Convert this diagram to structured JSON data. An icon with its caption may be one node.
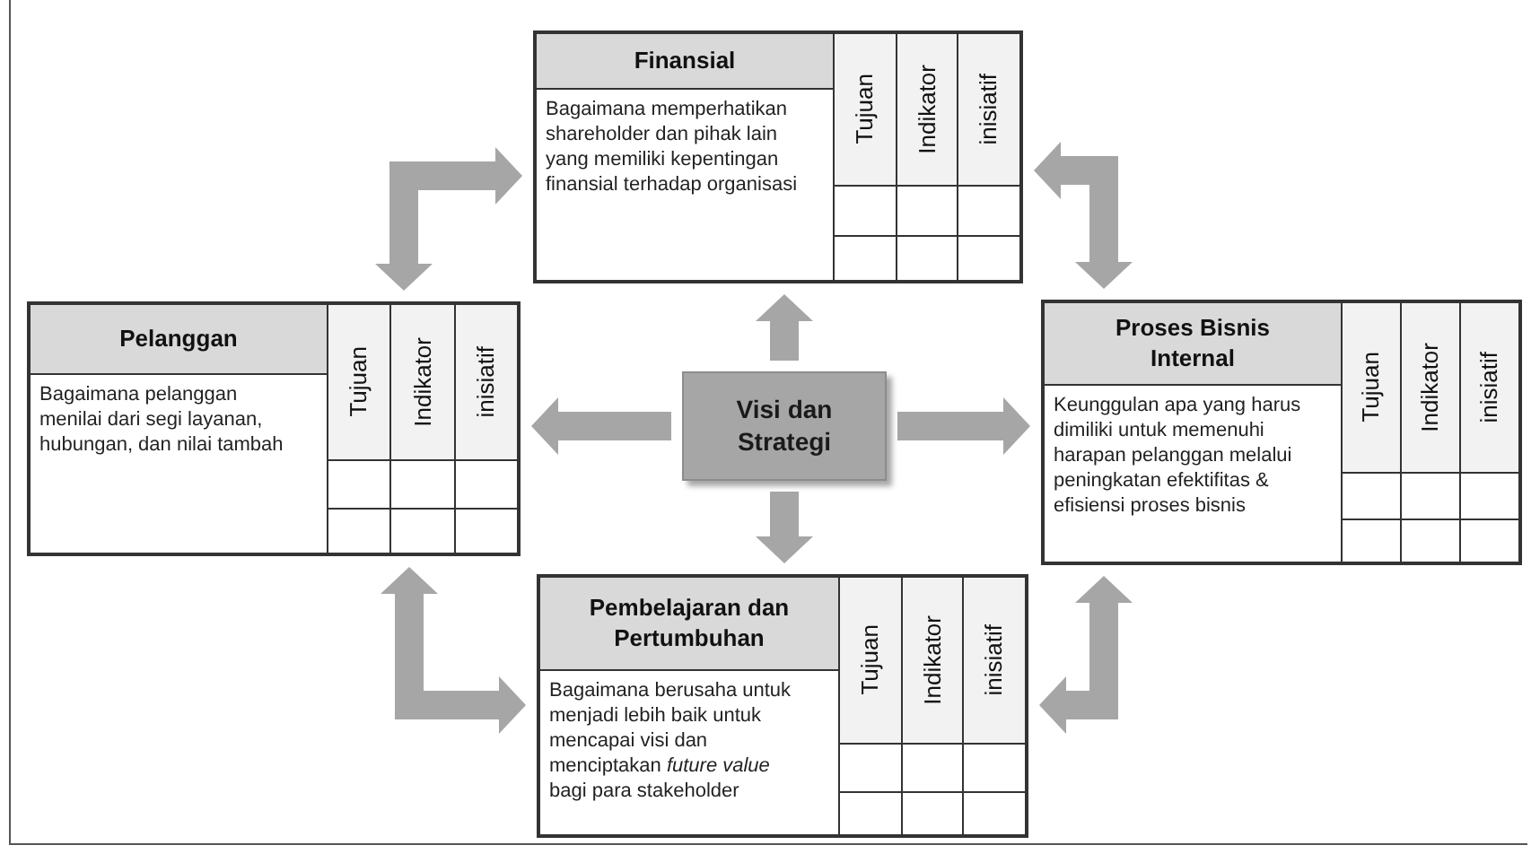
{
  "diagram": {
    "nodes": [
      {
        "text": [
          "Finansial",
          "Bagaimana memperhatikan shareholder dan pihak lain yang memiliki kepentingan finansial terhadap organisasi",
          "Tujuan",
          "Indikator",
          "inisiatif"
        ]
      },
      {
        "text": [
          "Pelanggan",
          "Bagaimana pelanggan menilai dari segi layanan, hubungan, dan nilai tambah",
          "Tujuan",
          "Indikator",
          "inisiatif"
        ]
      },
      {
        "text": [
          "Proses Bisnis Internal",
          "Keunggulan apa yang harus dimiliki untuk memenuhi harapan pelanggan melalui peningkatan efektifitas & efisiensi proses bisnis",
          "Tujuan",
          "Indikator",
          "inisiatif"
        ]
      },
      {
        "text": [
          "Pembelajaran dan Pertumbuhan",
          "Bagaimana berusaha untuk menjadi lebih baik untuk mencapai visi dan menciptakan *future value* bagi para stakeholder",
          "Tujuan",
          "Indikator",
          "inisiatif"
        ]
      },
      {
        "text": [
          "Visi dan Strategi"
        ]
      }
    ],
    "edges": [
      {
        "from": 4,
        "to": 0,
        "arrow": "to"
      },
      {
        "from": 4,
        "to": 1,
        "arrow": "to"
      },
      {
        "from": 4,
        "to": 2,
        "arrow": "to"
      },
      {
        "from": 4,
        "to": 3,
        "arrow": "to"
      },
      {
        "from": 1,
        "to": 0,
        "arrow": "both"
      },
      {
        "from": 0,
        "to": 2,
        "arrow": "both"
      },
      {
        "from": 2,
        "to": 3,
        "arrow": "both"
      },
      {
        "from": 3,
        "to": 1,
        "arrow": "both"
      }
    ]
  }
}
